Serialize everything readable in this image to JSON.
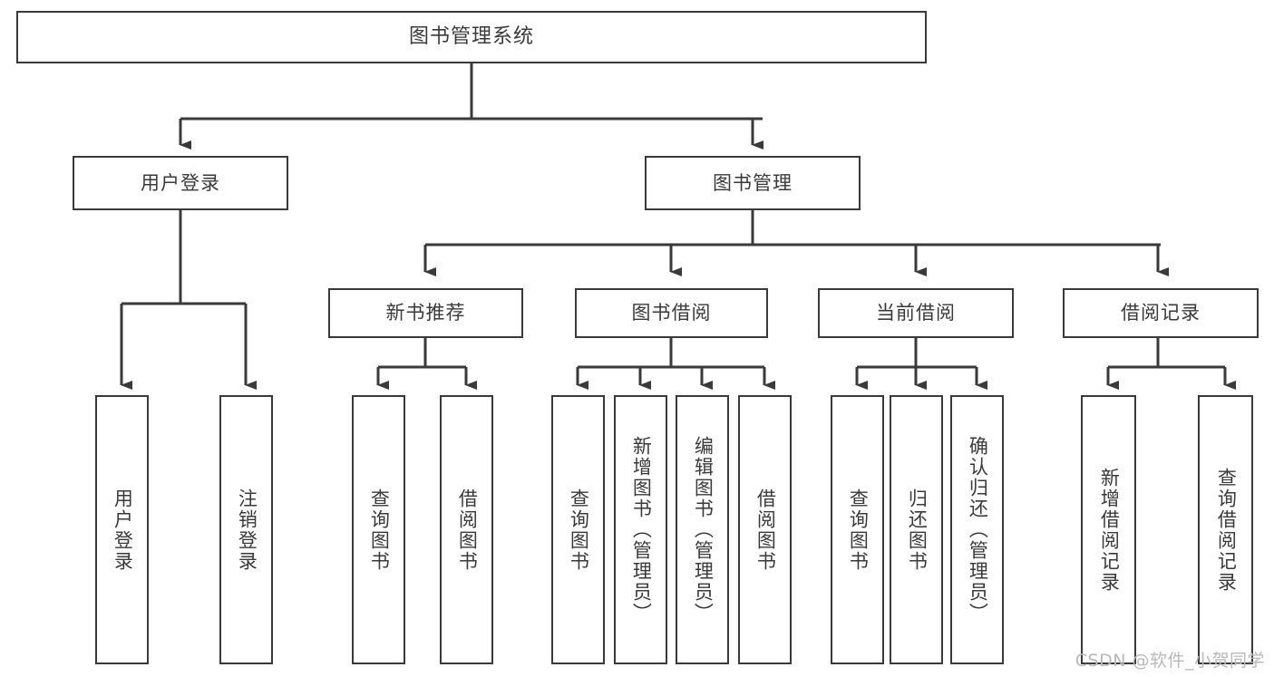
{
  "diagram": {
    "type": "tree-hierarchy",
    "title": "图书管理系统",
    "watermark": "CSDN @软件_小贺同学",
    "colors": {
      "stroke": "#3a3a3a",
      "fill": "#ffffff",
      "watermark": "#b9b9b9"
    },
    "nodes": {
      "root": {
        "label": "图书管理系统"
      },
      "level2": [
        {
          "label": "用户登录"
        },
        {
          "label": "图书管理"
        }
      ],
      "level3": [
        {
          "label": "新书推荐"
        },
        {
          "label": "图书借阅"
        },
        {
          "label": "当前借阅"
        },
        {
          "label": "借阅记录"
        }
      ],
      "leaves_user_login": [
        {
          "label": "用户登录"
        },
        {
          "label": "注销登录"
        }
      ],
      "leaves_new_book": [
        {
          "label": "查询图书"
        },
        {
          "label": "借阅图书"
        }
      ],
      "leaves_borrow": [
        {
          "label": "查询图书"
        },
        {
          "label": "新增图书（管理员）"
        },
        {
          "label": "编辑图书（管理员）"
        },
        {
          "label": "借阅图书"
        }
      ],
      "leaves_current": [
        {
          "label": "查询图书"
        },
        {
          "label": "归还图书"
        },
        {
          "label": "确认归还（管理员）"
        }
      ],
      "leaves_records": [
        {
          "label": "新增借阅记录"
        },
        {
          "label": "查询借阅记录"
        }
      ]
    }
  }
}
